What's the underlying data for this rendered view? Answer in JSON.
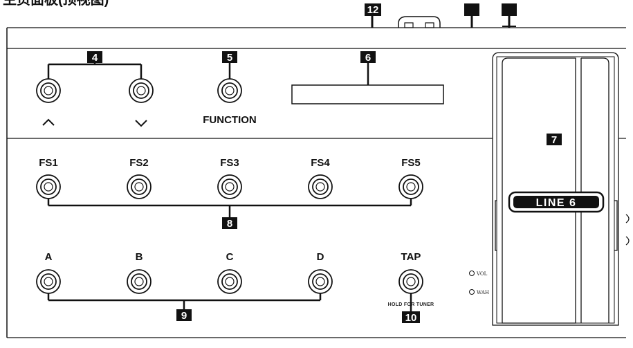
{
  "heading": "主页面板(顶视图)",
  "callouts": {
    "nav": "4",
    "function": "5",
    "display": "6",
    "pedal": "7",
    "fs_row": "8",
    "abcd_row": "9",
    "tap": "10",
    "rear": "12"
  },
  "nav": {
    "up_arrow": "∧",
    "down_arrow": "∨"
  },
  "function_label": "FUNCTION",
  "footswitch_row_1": [
    "FS1",
    "FS2",
    "FS3",
    "FS4",
    "FS5"
  ],
  "footswitch_row_2": [
    "A",
    "B",
    "C",
    "D",
    "TAP"
  ],
  "tap_hold_label": "HOLD FOR TUNER",
  "led_labels": {
    "vol": "VOL",
    "wah": "WAH"
  },
  "logo": "LINE 6",
  "colors": {
    "ink": "#111111",
    "callout_bg": "#111111",
    "callout_text": "#ffffff",
    "background": "#ffffff"
  }
}
